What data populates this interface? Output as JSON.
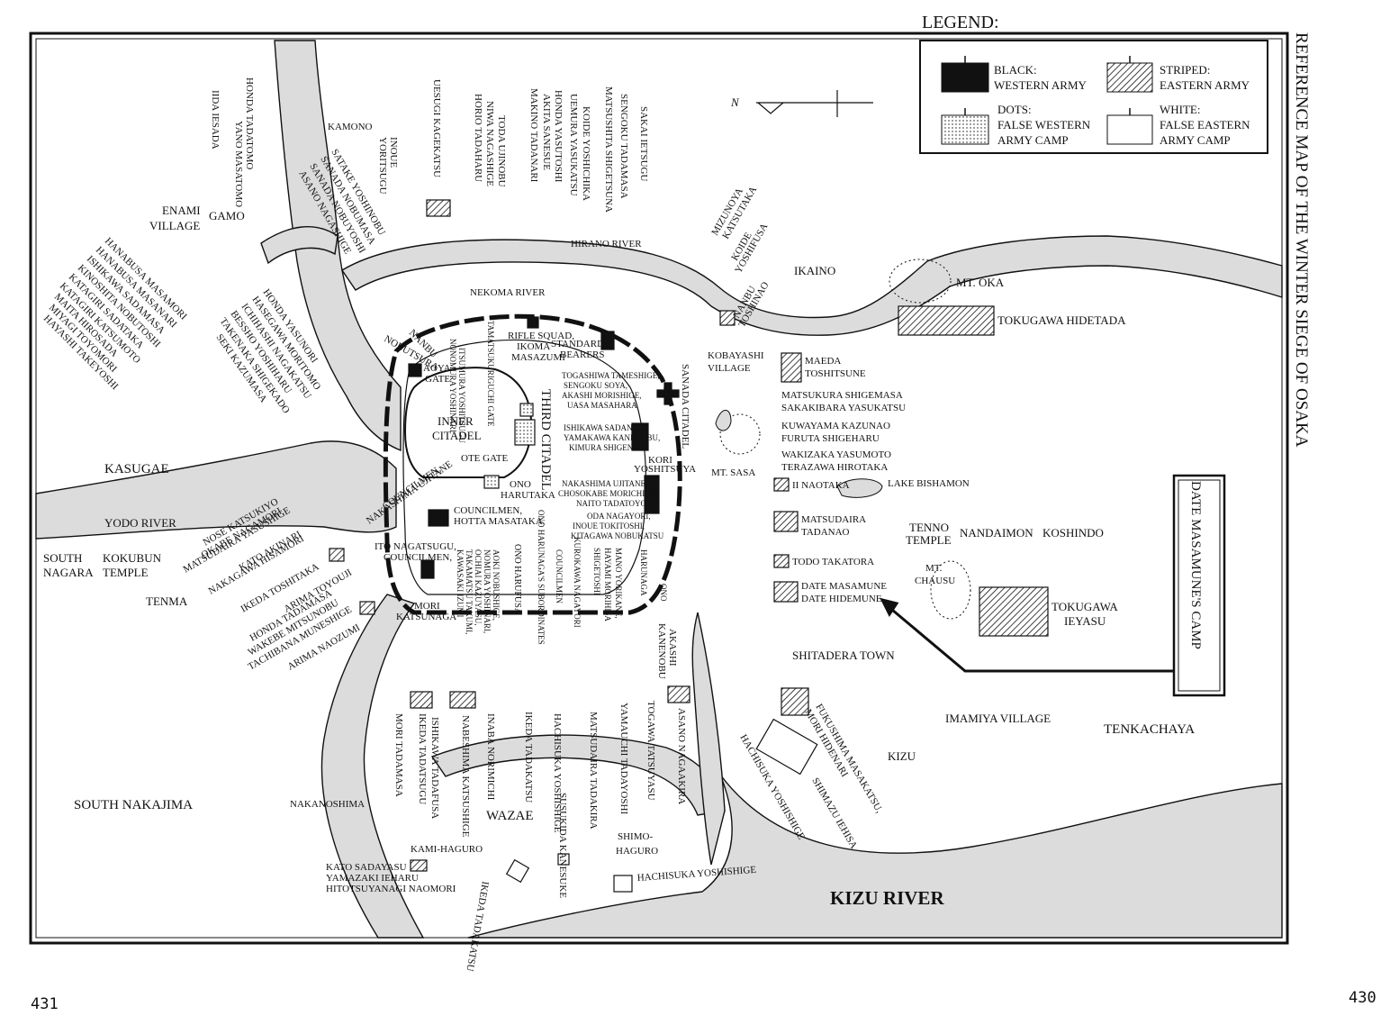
{
  "colors": {
    "ink": "#111111",
    "river": "#dcdcdc",
    "paper": "#ffffff"
  },
  "legend": {
    "title": "LEGEND:",
    "items": [
      {
        "pattern": "black",
        "line1": "BLACK:",
        "line2": "WESTERN ARMY"
      },
      {
        "pattern": "striped",
        "line1": "STRIPED:",
        "line2": "EASTERN ARMY"
      },
      {
        "pattern": "dots",
        "line1": "DOTS:",
        "line2": "FALSE WESTERN",
        "line3": "ARMY CAMP"
      },
      {
        "pattern": "white",
        "line1": "WHITE:",
        "line2": "FALSE EASTERN",
        "line3": "ARMY CAMP"
      }
    ]
  },
  "title": "REFERENCE MAP OF THE WINTER SIEGE OF OSAKA",
  "callout": {
    "label": "DATE MASAMUNE'S CAMP"
  },
  "north_mark": "N",
  "places": {
    "enami": "ENAMI",
    "village": "VILLAGE",
    "gamo": "GAMO",
    "kamono": "KAMONO",
    "kasugae": "KASUGAE",
    "yodo_river": "YODO RIVER",
    "south": "SOUTH",
    "nagara": "NAGARA",
    "kokubun": "KOKUBUN",
    "temple": "TEMPLE",
    "tenma": "TENMA",
    "hirano_river": "HIRANO RIVER",
    "nekoma_river": "NEKOMA RIVER",
    "ikaino": "IKAINO",
    "mt_oka": "MT. OKA",
    "inner_citadel_1": "INNER",
    "inner_citadel_2": "CITADEL",
    "third_citadel": "THIRD CITADEL",
    "sanada_citadel": "SANADA CITADEL",
    "aoya_gate_1": "AOYA",
    "aoya_gate_2": "GATE",
    "ote_gate": "OTE GATE",
    "kobayashi_1": "KOBAYASHI",
    "kobayashi_2": "VILLAGE",
    "mt_sasa": "MT. SASA",
    "lake_bishamon": "LAKE BISHAMON",
    "tenno_1": "TENNO",
    "tenno_2": "TEMPLE",
    "nandaimon": "NANDAIMON",
    "koshindo": "KOSHINDO",
    "mt_chausu_1": "MT.",
    "mt_chausu_2": "CHAUSU",
    "shitadera": "SHITADERA TOWN",
    "imamiya": "IMAMIYA VILLAGE",
    "tenkachaya": "TENKACHAYA",
    "kizu": "KIZU",
    "kizu_river": "KIZU RIVER",
    "south_nakajima": "SOUTH NAKAJIMA",
    "nakanoshima": "NAKANOSHIMA",
    "wazae": "WAZAE",
    "kami_haguro": "KAMI-HAGURO",
    "shimo_haguro_1": "SHIMO-",
    "shimo_haguro_2": "HAGURO"
  },
  "commanders": {
    "honda_tadatomo": "HONDA TADATOMO",
    "yano_masatomo": "YANO MASATOMO",
    "iida_iesada": "IIDA IESADA",
    "inoue_1": "INOUE",
    "inoue_2": "YORITSUGU",
    "satake": "SATAKE YOSHINOBU",
    "sanada_nobumasa": "SANADA NOBUMASA",
    "sanada_nobuyoshi": "SANADA NOBUYOSHI",
    "asano_nagashige": "ASANO NAGASHIGE",
    "uesugi": "UESUGI KAGEKATSU",
    "horio": "HORIO TADAHARU",
    "niwa": "NIWA NAGASHIGE",
    "toda": "TODA UJINOBU",
    "makino": "MAKINO TADANARI",
    "akita": "AKITA SANESUE",
    "honda_yasutoshi": "HONDA YASUTOSHI",
    "uemura": "UEMURA YASUKATSU",
    "koide_yoshichika": "KOIDE YOSHICHIKA",
    "matsushita": "MATSUSHITA SHIGETSUNA",
    "sengoku_tadamasa": "SENGOKU TADAMASA",
    "sakai": "SAKAI IETSUGU",
    "mizunoya_1": "MIZUNOYA",
    "mizunoya_2": "KATSUTAKA",
    "koide_yoshifusa_1": "KOIDE",
    "koide_yoshifusa_2": "YOSHIFUSA",
    "nanbu_toshinao_1": "NANBU",
    "nanbu_toshinao_2": "TOSHINAO",
    "tokugawa_hidetada": "TOKUGAWA HIDETADA",
    "hanabusa_masamori": "HANABUSA MASAMORI",
    "hanabusa_masanari": "HANABUSA MASANARI",
    "ishikawa_sadamasa": "ISHIKAWA SADAMASA",
    "kinoshita": "KINOSHITA NOBUTOSHI",
    "katagiri_sadataka": "KATAGIRI SADATAKA",
    "katagiri_katsumoto": "KATAGIRI KATSUMOTO",
    "maita": "MAITA HIROSADA",
    "miyagi": "MIYAGI TOYOMORI",
    "hayashi": "HAYASHI TAKEYOSHI",
    "honda_yasunori": "HONDA YASUNORI",
    "hasegawa": "HASEGAWA MORITOMO",
    "ichihashi": "ICHIHASHI NAGAKATSU",
    "bessho": "BESSHO YOSHIHARU",
    "takenaka": "TAKENAKA SHIGEKADO",
    "seki": "SEKI KAZUMASA",
    "nanbu_nobutsura_1": "NANBU",
    "nanbu_nobutsura_2": "NOBUTSURA",
    "tamatsukuriguchi": "TAMATSUKURIGUCHI GATE",
    "rifle_1": "RIFLE SQUAD,",
    "rifle_2": "IKOMA",
    "rifle_3": "MASAZUMI",
    "standard_1": "STANDARD",
    "standard_2": "BEARERS",
    "itsumura": "ITSUMURA YOSHITSUGU",
    "nonomura": "NONOMURA YOSHINARI",
    "togashiwa": "TOGASHIWA TAMESHIGE,",
    "sengoku_soya": "SENGOKU SOYA,",
    "akashi_morishige": "AKASHI MORISHIGE,",
    "uasa": "UASA MASAHARA",
    "ishikawa_sadanori": "ISHIKAWA SADANORI,",
    "yamakawa": "YAMAKAWA KANENOBU,",
    "kimura": "KIMURA SHIGENARI",
    "kori_1": "KORI",
    "kori_2": "YOSHITSUYA",
    "nakashima_1": "NAKASHIMA UJITANE,",
    "chosokabe": "CHOSOKABE MORICHIKA,",
    "naito": "NAITO TADATOYO",
    "oda": "ODA NAGAYORI,",
    "inoue_tokitoshi": "INOUE TOKITOSHI,",
    "kitagawa": "KITAGAWA NOBUKATSU",
    "ono_harutaka_1": "ONO",
    "ono_harutaka_2": "HARUTAKA",
    "councilmen_hotta": "COUNCILMEN,",
    "hotta": "HOTTA MASATAKA,",
    "councilmen_nakashima": "COUNCILMEN,",
    "nakashima_ujitane": "NAKASHIMA UJITANE",
    "ito_1": "ITO NAGATSUGU,",
    "ito_2": "COUNCILMEN,",
    "mori_katsunaga_1": "MORI",
    "mori_katsunaga_2": "KATSUNAGA",
    "aoki": "AOKI NOBUSHIGE,",
    "nomura": "NOMURA YOSHINARI,",
    "ochiai": "OCHIAI KAZUYASU,",
    "takamatsu": "TAKAMATSU TAKUMI,",
    "kawasaki": "KAWASAKI IZUMI",
    "ono_harunaga_sub": "ONO HARUNAGA'S SUBORDINATES",
    "ono_harufusa": "ONO HARUFUSA",
    "kurokawa": "KUROKAWA NAGAYORI",
    "councilmen_v": "COUNCILMEN",
    "mano": "MANO YORIKANE,",
    "hayami": "HAYAMI MORIHISA",
    "hayami_2": "SHIGETOSHI",
    "ono_harunaga_1": "ONO",
    "ono_harunaga_2": "HARUNAGA",
    "nose": "NOSE KATSUKIYO",
    "okabe": "OKABE NAGAMORI",
    "matsudaira_yasushige": "MATSUDAIRA YASUSHIGE",
    "kato_akinari": "KATO AKINARI",
    "nakagawa": "NAKAGAWA HISAMORI",
    "ikeda_toshitaka": "IKEDA TOSHITAKA",
    "arima_toyouji": "ARIMA TOYOUJI",
    "honda_tadamasa": "HONDA TADAMASA",
    "wakebe": "WAKEBE MITSUNOBU",
    "tachibana": "TACHIBANA MUNESHIGE",
    "arima_naozumi": "ARIMA NAOZUMI",
    "maeda_1": "MAEDA",
    "maeda_2": "TOSHITSUNE",
    "matsukura": "MATSUKURA SHIGEMASA",
    "sakakibara": "SAKAKIBARA YASUKATSU",
    "kuwayama": "KUWAYAMA KAZUNAO",
    "furuta": "FURUTA SHIGEHARU",
    "wakizaka": "WAKIZAKA YASUMOTO",
    "terazawa": "TERAZAWA HIROTAKA",
    "ii_naotaka": "II NAOTAKA",
    "matsudaira_tadanao_1": "MATSUDAIRA",
    "matsudaira_tadanao_2": "TADANAO",
    "todo": "TODO TAKATORA",
    "date_masamune": "DATE MASAMUNE",
    "date_hidemune": "DATE HIDEMUNE",
    "tokugawa_ieyasu_1": "TOKUGAWA",
    "tokugawa_ieyasu_2": "IEYASU",
    "akashi_kanenobu_1": "AKASHI",
    "akashi_kanenobu_2": "KANENOBU",
    "mori_tadamasa": "MORI TADAMASA",
    "ikeda_tadatsugu": "IKEDA TADATSUGU",
    "ishikawa_tadafusa": "ISHIKAWA TADAFUSA",
    "nabeshima": "NABESHIMA KATSUSHIGE",
    "inaba": "INABA NORIMICHI",
    "ikeda_tadakatsu_v": "IKEDA TADAKATSU",
    "hachisuka_yoshishige_v": "HACHISUKA YOSHISHIGE",
    "matsudaira_tadakira": "MATSUDAIRA TADAKIRA",
    "yamauchi": "YAMAUCHI TADAYOSHI",
    "togawa": "TOGAWA TATSUYASU",
    "asano_nagaakira": "ASANO NAGAAKIRA",
    "fukushima": "FUKUSHIMA MASAKATSU,",
    "mori_hidenari": "MORI HIDENARI",
    "shimazu": "SHIMAZU IEHISA",
    "hachisuka_diag": "HACHISUKA YOSHISHIGE",
    "susukida": "SUSUKIDA KANESUKE",
    "hachisuka_bottom": "HACHISUKA YOSHISHIGE",
    "kato_sadayasu": "KATO SADAYASU",
    "yamazaki": "YAMAZAKI IEHARU",
    "hitotsuyanagi": "HITOTSUYANAGI NAOMORI",
    "ikeda_tadakatsu_bottom": "IKEDA TADAKATSU"
  },
  "page_numbers": {
    "left": "431",
    "right": "430"
  }
}
